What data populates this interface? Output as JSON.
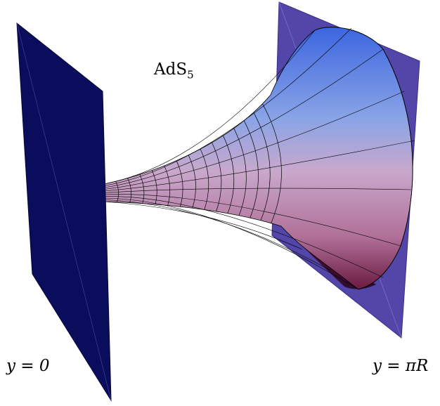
{
  "labels": {
    "space_name": "AdS",
    "space_dim": "5",
    "left_brane": "y = 0",
    "right_brane": "y = πR"
  },
  "colors": {
    "left_brane": "#0a0c5c",
    "right_brane": "#5448a8",
    "horn_top": "#3e78e6",
    "horn_mid": "#c7a6c9",
    "horn_bottom": "#8a2a48",
    "horn_rim": "#7a74c8",
    "mesh_lines": "#000000"
  },
  "icons": {
    "left_brane": "flat-plane",
    "right_brane": "flat-plane",
    "bulk": "flared-horn-surface"
  }
}
